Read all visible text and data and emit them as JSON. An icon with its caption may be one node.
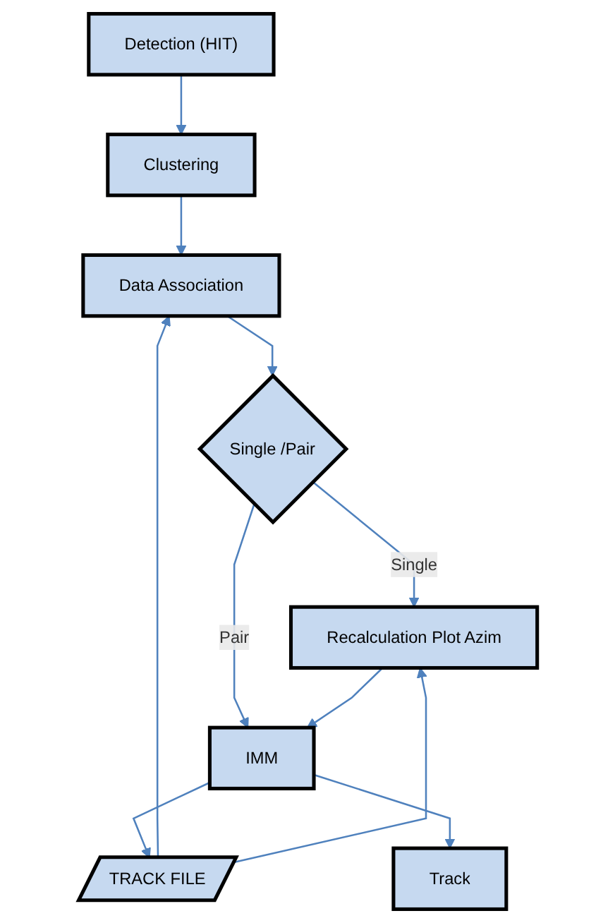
{
  "diagram": {
    "nodes": [
      {
        "text": [
          "Detection (HIT)"
        ]
      },
      {
        "text": [
          "Clustering"
        ]
      },
      {
        "text": [
          "Data Association"
        ]
      },
      {
        "text": [
          "Single /Pair"
        ]
      },
      {
        "text": [
          "TRACK FILE"
        ]
      },
      {
        "text": [
          "Recalculation Plot Azim"
        ]
      },
      {
        "text": [
          "IMM"
        ]
      },
      {
        "text": [
          "Track"
        ]
      }
    ],
    "edges": [
      {
        "from": 0,
        "to": 1,
        "arrow": "to"
      },
      {
        "from": 1,
        "to": 2,
        "arrow": "to"
      },
      {
        "from": 2,
        "to": 3,
        "arrow": "to"
      },
      {
        "from": 3,
        "to": 5,
        "label": "Single",
        "arrow": "to"
      },
      {
        "from": 3,
        "to": 6,
        "label": "Pair",
        "arrow": "to"
      },
      {
        "from": 4,
        "to": 2,
        "arrow": "to"
      },
      {
        "from": 4,
        "to": 5,
        "arrow": "to"
      },
      {
        "from": 5,
        "to": 6,
        "arrow": "to"
      },
      {
        "from": 6,
        "to": 4,
        "arrow": "to"
      },
      {
        "from": 6,
        "to": 7,
        "arrow": "to"
      }
    ]
  }
}
